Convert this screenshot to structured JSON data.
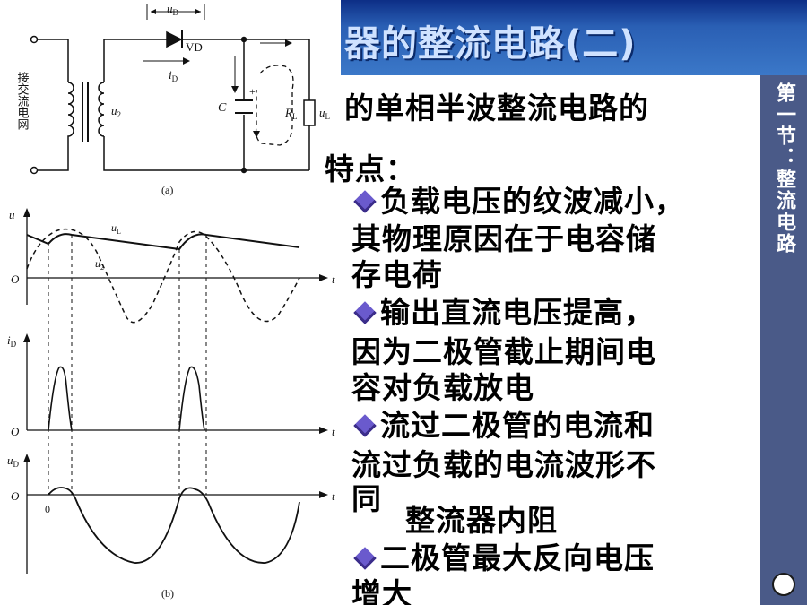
{
  "slide": {
    "title": "器的整流电路(二)",
    "sidebar_text": "第一节：整流电路",
    "colors": {
      "bg_top": "#0c2e86",
      "bg_bottom": "#3b78c8",
      "sidebar": "#4a5a88",
      "bullet": "#6a5acd"
    }
  },
  "figure": {
    "labels": {
      "ud": "u",
      "ud_sub": "D",
      "vd": "VD",
      "id": "i",
      "id_sub": "D",
      "u2": "u",
      "u2_sub": "2",
      "c": "C",
      "plus": "+",
      "rl": "R",
      "rl_sub": "L",
      "ul": "u",
      "ul_sub": "L",
      "source": "接交流电网",
      "caption_a": "(a)",
      "caption_b": "(b)",
      "axis_u": "u",
      "axis_id": "i",
      "axis_id_sub": "D",
      "axis_ud": "u",
      "axis_ud_sub": "D",
      "axis_t": "t",
      "origin": "O",
      "zero": "0",
      "curve_ul": "u",
      "curve_ul_sub": "L",
      "curve_u2": "u",
      "curve_u2_sub": "2"
    }
  },
  "content": {
    "lines": [
      {
        "text": "的单相半波整流电路的",
        "bullet": false
      },
      {
        "text": "特点：",
        "bullet": false
      },
      {
        "text": "负载电压的纹波减小，",
        "bullet": true
      },
      {
        "text": "其物理原因在于电容储",
        "bullet": false
      },
      {
        "text": "存电荷",
        "bullet": false
      },
      {
        "text": "输出直流电压提高，",
        "bullet": true
      },
      {
        "text": "因为二极管截止期间电",
        "bullet": false
      },
      {
        "text": "容对负载放电",
        "bullet": false
      },
      {
        "text": "流过二极管的电流和",
        "bullet": true
      },
      {
        "text": "流过负载的电流波形不",
        "bullet": false
      },
      {
        "text": "同",
        "bullet": false
      },
      {
        "text": "整流器内阻",
        "bullet": false
      },
      {
        "text": "二极管最大反向电压",
        "bullet": true
      },
      {
        "text": "增大",
        "bullet": false
      }
    ]
  }
}
